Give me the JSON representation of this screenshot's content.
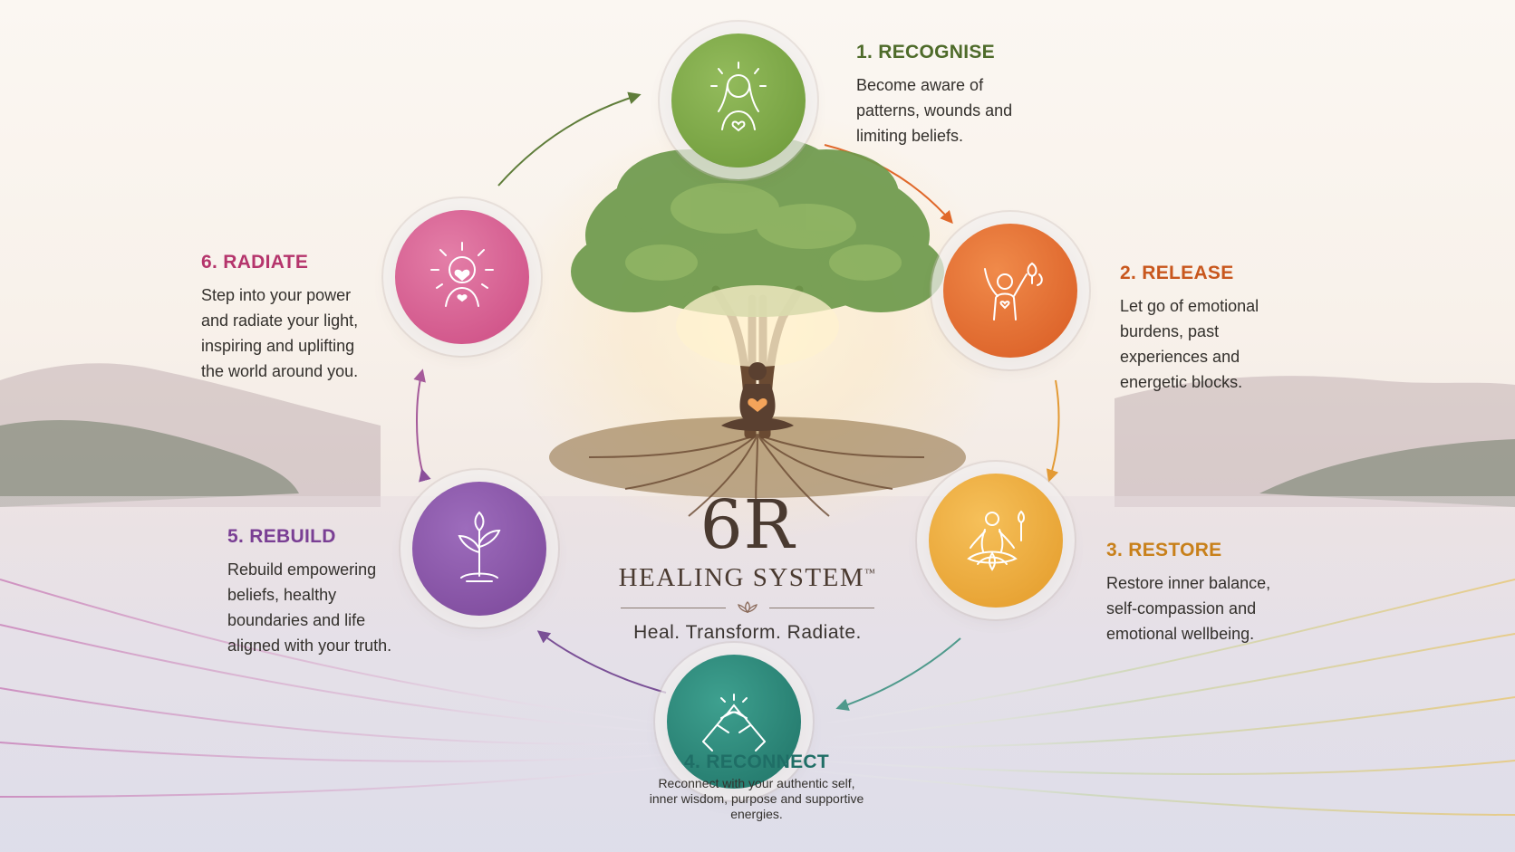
{
  "brand": {
    "number": "6R",
    "system": "HEALING SYSTEM",
    "trademark": "™",
    "tagline": "Heal. Transform. Radiate.",
    "ornament_icon": "lotus-ornament-icon"
  },
  "steps": [
    {
      "title": "1. RECOGNISE",
      "text": "Become aware of\npatterns, wounds and\nlimiting beliefs.",
      "color": "#7aa443",
      "title_color": "#4e6b2a",
      "icon": "woman-heart-icon"
    },
    {
      "title": "2. RELEASE",
      "text": "Let go of emotional\nburdens, past\nexperiences and\nenergetic blocks.",
      "color": "#e06a2c",
      "title_color": "#c8571d",
      "icon": "person-releasing-leaves-icon"
    },
    {
      "title": "3. RESTORE",
      "text": "Restore inner balance,\nself-compassion and\nemotional wellbeing.",
      "color": "#eea532",
      "title_color": "#c8801a",
      "icon": "meditating-lotus-icon"
    },
    {
      "title": "4. RECONNECT",
      "text": "Reconnect with your authentic self,\ninner wisdom, purpose and supportive\nenergies.",
      "color": "#2f8b7c",
      "title_color": "#1f6e66",
      "icon": "joined-hands-icon"
    },
    {
      "title": "5. REBUILD",
      "text": "Rebuild empowering\nbeliefs, healthy\nboundaries and life\naligned with your truth.",
      "color": "#8a56a8",
      "title_color": "#7a3f94",
      "icon": "sprouting-plant-icon"
    },
    {
      "title": "6. RADIATE",
      "text": "Step into your power\nand radiate your light,\ninspiring and uplifting\nthe world around you.",
      "color": "#d55a8c",
      "title_color": "#b5356c",
      "icon": "radiant-person-heart-icon"
    }
  ],
  "colors": {
    "background": "#f8f1ea",
    "tree_foliage": "#6e9a4c",
    "trunk": "#6a4a32",
    "heart": "#f4a45a"
  }
}
